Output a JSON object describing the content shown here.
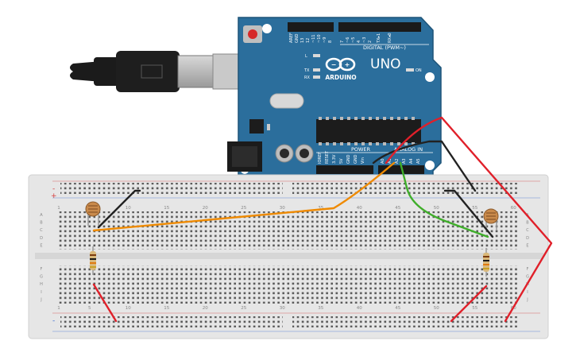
{
  "board": {
    "brand": "ARDUINO",
    "model": "UNO",
    "on_label": "ON",
    "digital_header": "DIGITAL (PWM~)",
    "power_label": "POWER",
    "analog_label": "ANALOG IN",
    "led_l": "L",
    "led_tx": "TX",
    "led_rx": "RX",
    "digital_pins": [
      "AREF",
      "GND",
      "13",
      "12",
      "~11",
      "~10",
      "~9",
      "8",
      "7",
      "~6",
      "~5",
      "4",
      "~3",
      "2",
      "TX▸1",
      "RX◂0"
    ],
    "power_pins": [
      "IOREF",
      "RESET",
      "3.3V",
      "5V",
      "GND",
      "GND",
      "Vin"
    ],
    "analog_pins": [
      "A0",
      "A1",
      "A2",
      "A3",
      "A4",
      "A5"
    ]
  },
  "breadboard": {
    "top_numbers": [
      "1",
      "5",
      "10",
      "15",
      "20",
      "25",
      "30",
      "35",
      "40",
      "45",
      "50",
      "55",
      "60"
    ],
    "bottom_numbers": [
      "1",
      "5",
      "10",
      "15",
      "20",
      "25",
      "30",
      "35",
      "40",
      "45",
      "50",
      "55",
      "60"
    ],
    "rows_top_left": [
      "A",
      "B",
      "C",
      "D",
      "E"
    ],
    "rows_top_right": [
      "A",
      "B",
      "C",
      "D",
      "E"
    ],
    "rows_bottom_left": [
      "F",
      "G",
      "H",
      "I",
      "J"
    ],
    "rows_bottom_right": [
      "F",
      "G",
      "H",
      "I",
      "J"
    ],
    "rail_plus": "+",
    "rail_minus": "-"
  },
  "colors": {
    "board_blue": "#2b6e9c",
    "wire_black": "#222222",
    "wire_orange": "#ef8a00",
    "wire_green": "#3fae2a",
    "wire_red": "#e0202a"
  },
  "components": [
    "usb-cable",
    "photoresistor-left",
    "photoresistor-right",
    "resistor-left",
    "resistor-right"
  ]
}
